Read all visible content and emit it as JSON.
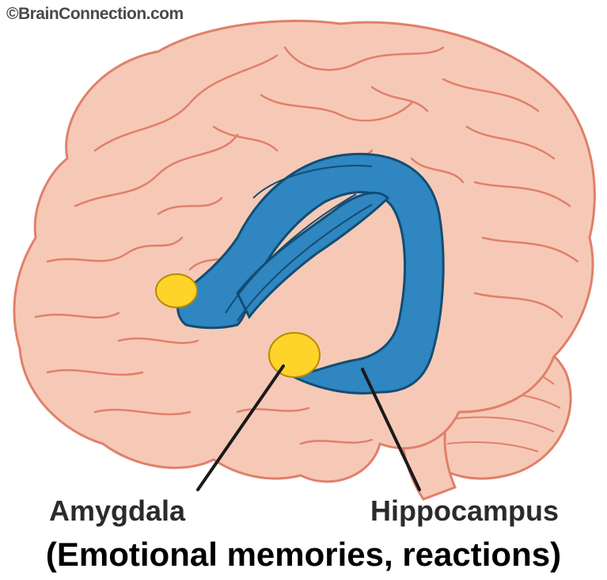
{
  "credit": "©BrainConnection.com",
  "labels": {
    "amygdala": "Amygdala",
    "hippocampus": "Hippocampus"
  },
  "caption": "(Emotional memories, reactions)",
  "colors": {
    "brain_fill": "#f6c9b6",
    "brain_outline": "#e0806a",
    "limbic_fill": "#2f86c0",
    "limbic_outline": "#134d73",
    "amygdala_fill": "#ffd42a",
    "pointer_line": "#1a1a1a"
  },
  "icons": [
    "brain-illustration",
    "limbic-system-illustration"
  ]
}
